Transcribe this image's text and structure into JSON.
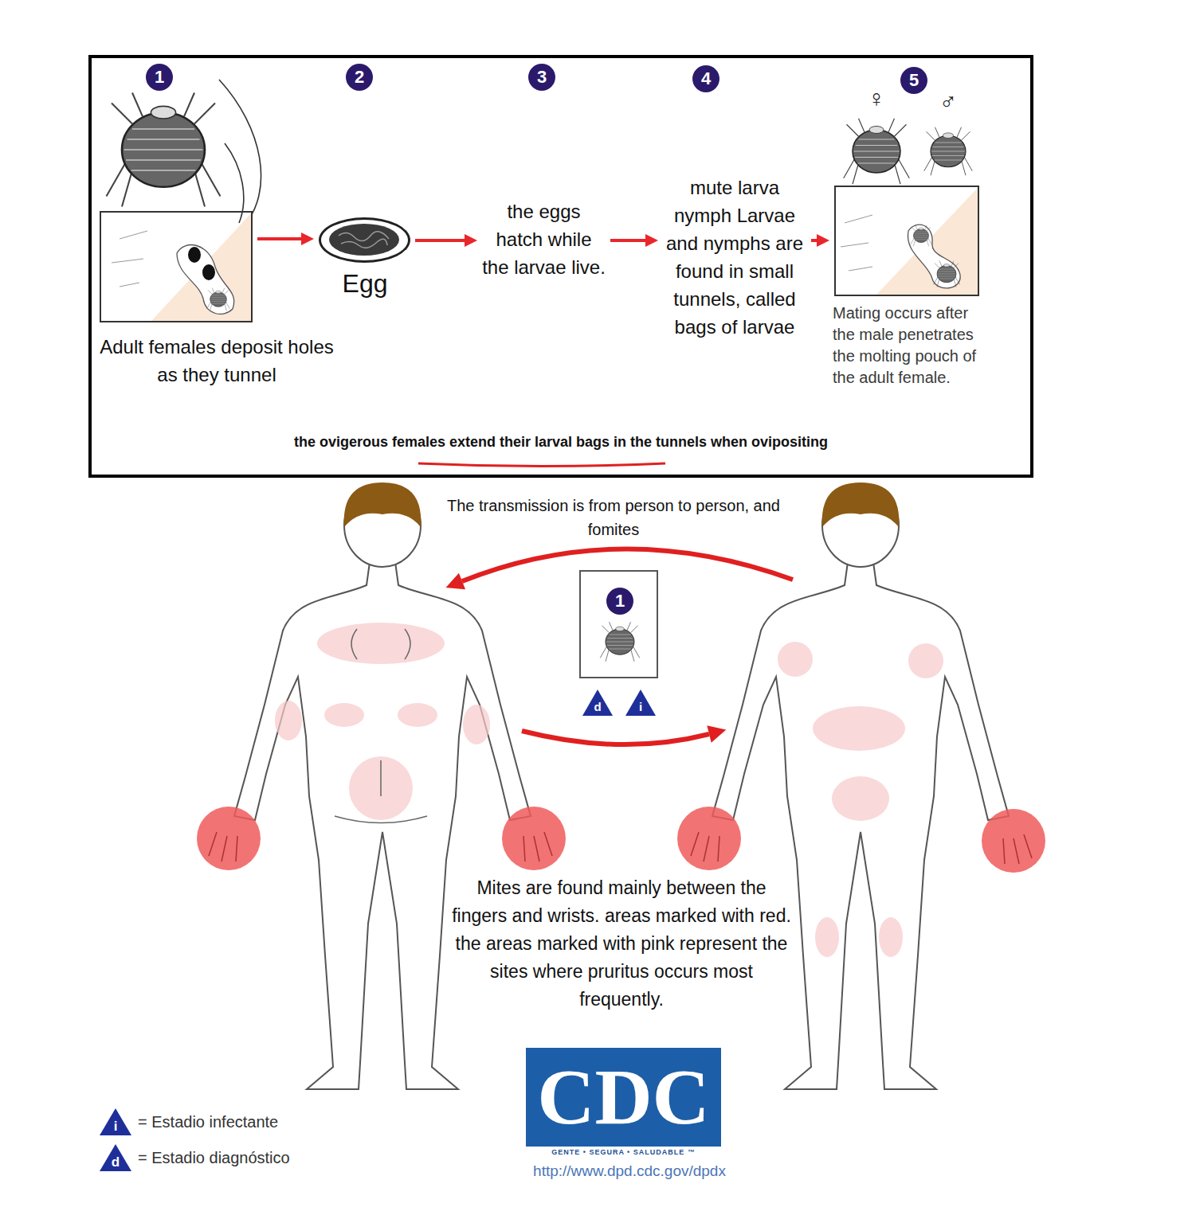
{
  "diagram": {
    "nodes": [
      {
        "text": [
          "the ovigerous females extend their larval bags in the tunnels when ovipositing"
        ]
      },
      {
        "text": [
          "Adult females deposit holes as they tunnel"
        ],
        "in": 0
      },
      {
        "text": [
          "Egg"
        ],
        "in": 0
      },
      {
        "text": [
          "the eggs hatch while the larvae live."
        ],
        "in": 0
      },
      {
        "text": [
          "mute larva nymph Larvae and nymphs are found in small tunnels, called bags of larvae"
        ],
        "in": 0
      },
      {
        "text": [
          "Mating occurs after the male penetrates the molting pouch of the adult female."
        ],
        "in": 0
      },
      {
        "text": [
          "1"
        ]
      }
    ],
    "edges": [
      {
        "from": 1,
        "to": 2,
        "arrow": "to"
      },
      {
        "from": 2,
        "to": 3,
        "arrow": "to"
      },
      {
        "from": 3,
        "to": 4,
        "arrow": "to"
      },
      {
        "from": 4,
        "to": 5,
        "arrow": "to"
      }
    ],
    "labels": [
      "1",
      "2",
      "3",
      "4",
      "5",
      "♀",
      "♂",
      "The transmission is from person to person, and fomites",
      "d",
      "i",
      "Mites are found mainly between the fingers and wrists. areas marked with red. the areas marked with pink represent the sites where pruritus occurs most frequently.",
      "CDC",
      "GENTE • SEGURA • SALUDABLE ™",
      "http://www.dpd.cdc.gov/dpdx",
      "i",
      "d"
    ],
    "legend": [
      {
        "text": "= Estadio infectante"
      },
      {
        "text": "= Estadio diagnóstico"
      }
    ]
  }
}
